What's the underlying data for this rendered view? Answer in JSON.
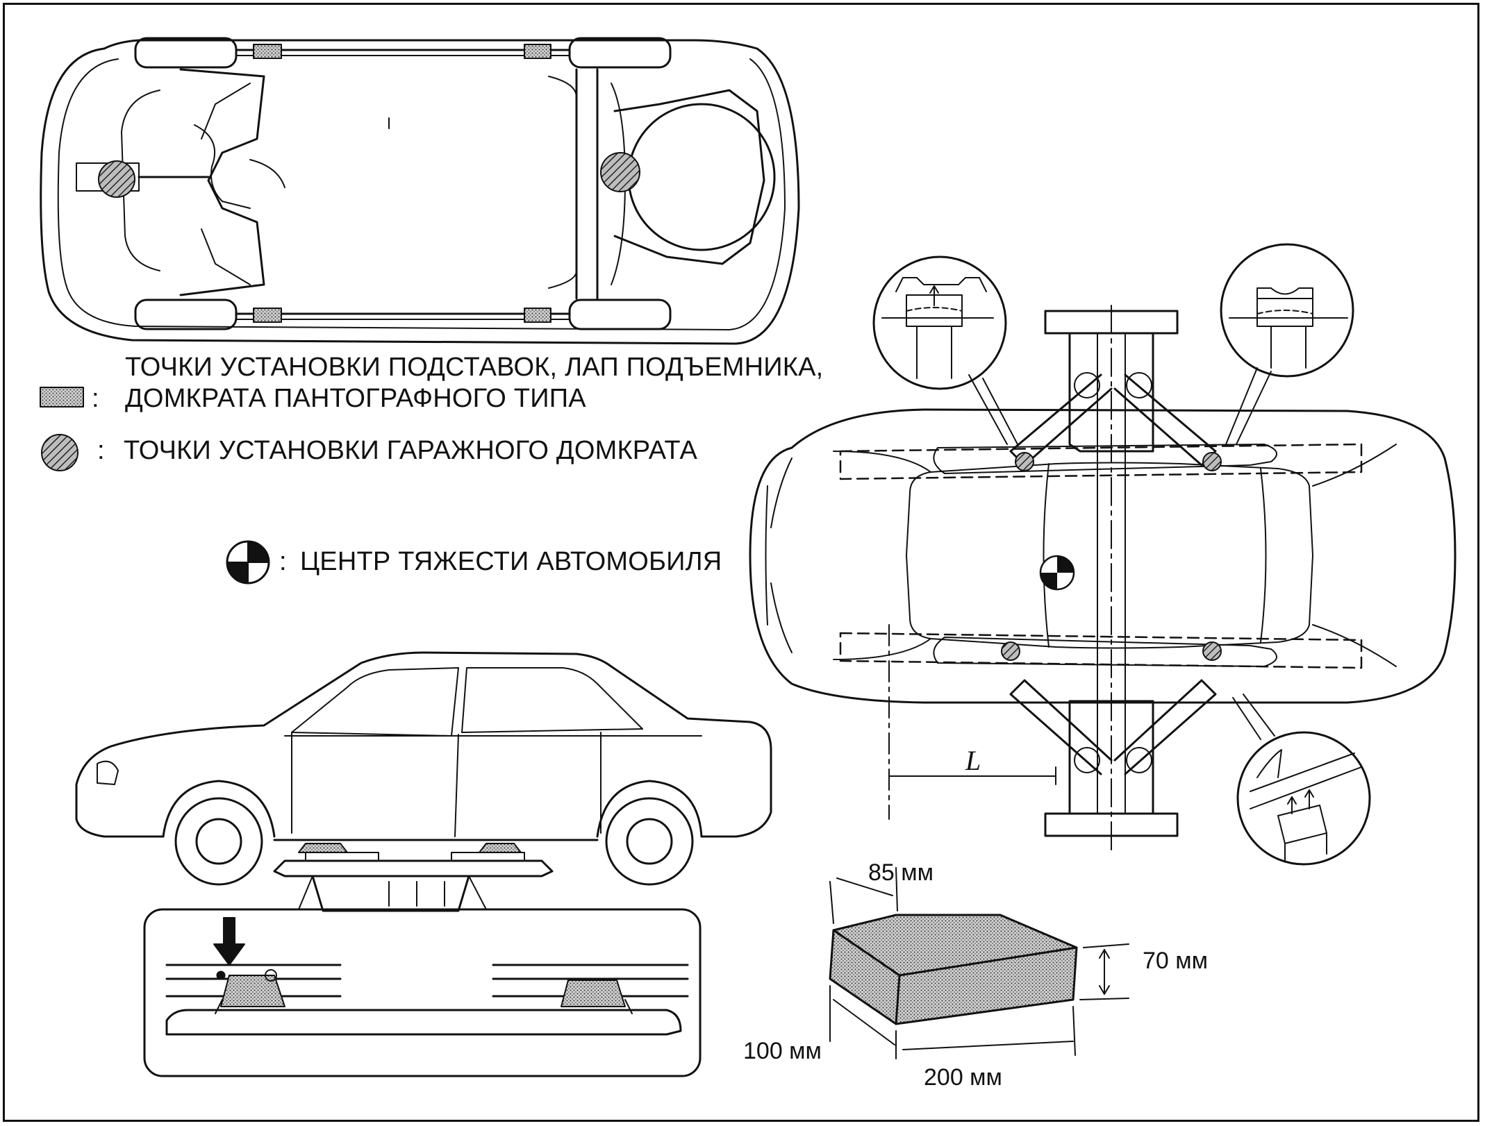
{
  "legend": {
    "stand_points_line1": "ТОЧКИ УСТАНОВКИ ПОДСТАВОК, ЛАП ПОДЪЕМНИКА,",
    "stand_points_line2": "ДОМКРАТА ПАНТОГРАФНОГО ТИПА",
    "garage_jack_points": "ТОЧКИ УСТАНОВКИ ГАРАЖНОГО ДОМКРАТА",
    "center_of_gravity": "ЦЕНТР ТЯЖЕСТИ АВТОМОБИЛЯ",
    "separator": ":"
  },
  "lift_diagram": {
    "distance_label": "L"
  },
  "block_dimensions": {
    "depth": "85 мм",
    "height": "70 мм",
    "width": "100 мм",
    "length": "200 мм"
  },
  "colors": {
    "ink": "#111111",
    "stipple_fill": "#9a9a9a",
    "background": "#ffffff"
  }
}
